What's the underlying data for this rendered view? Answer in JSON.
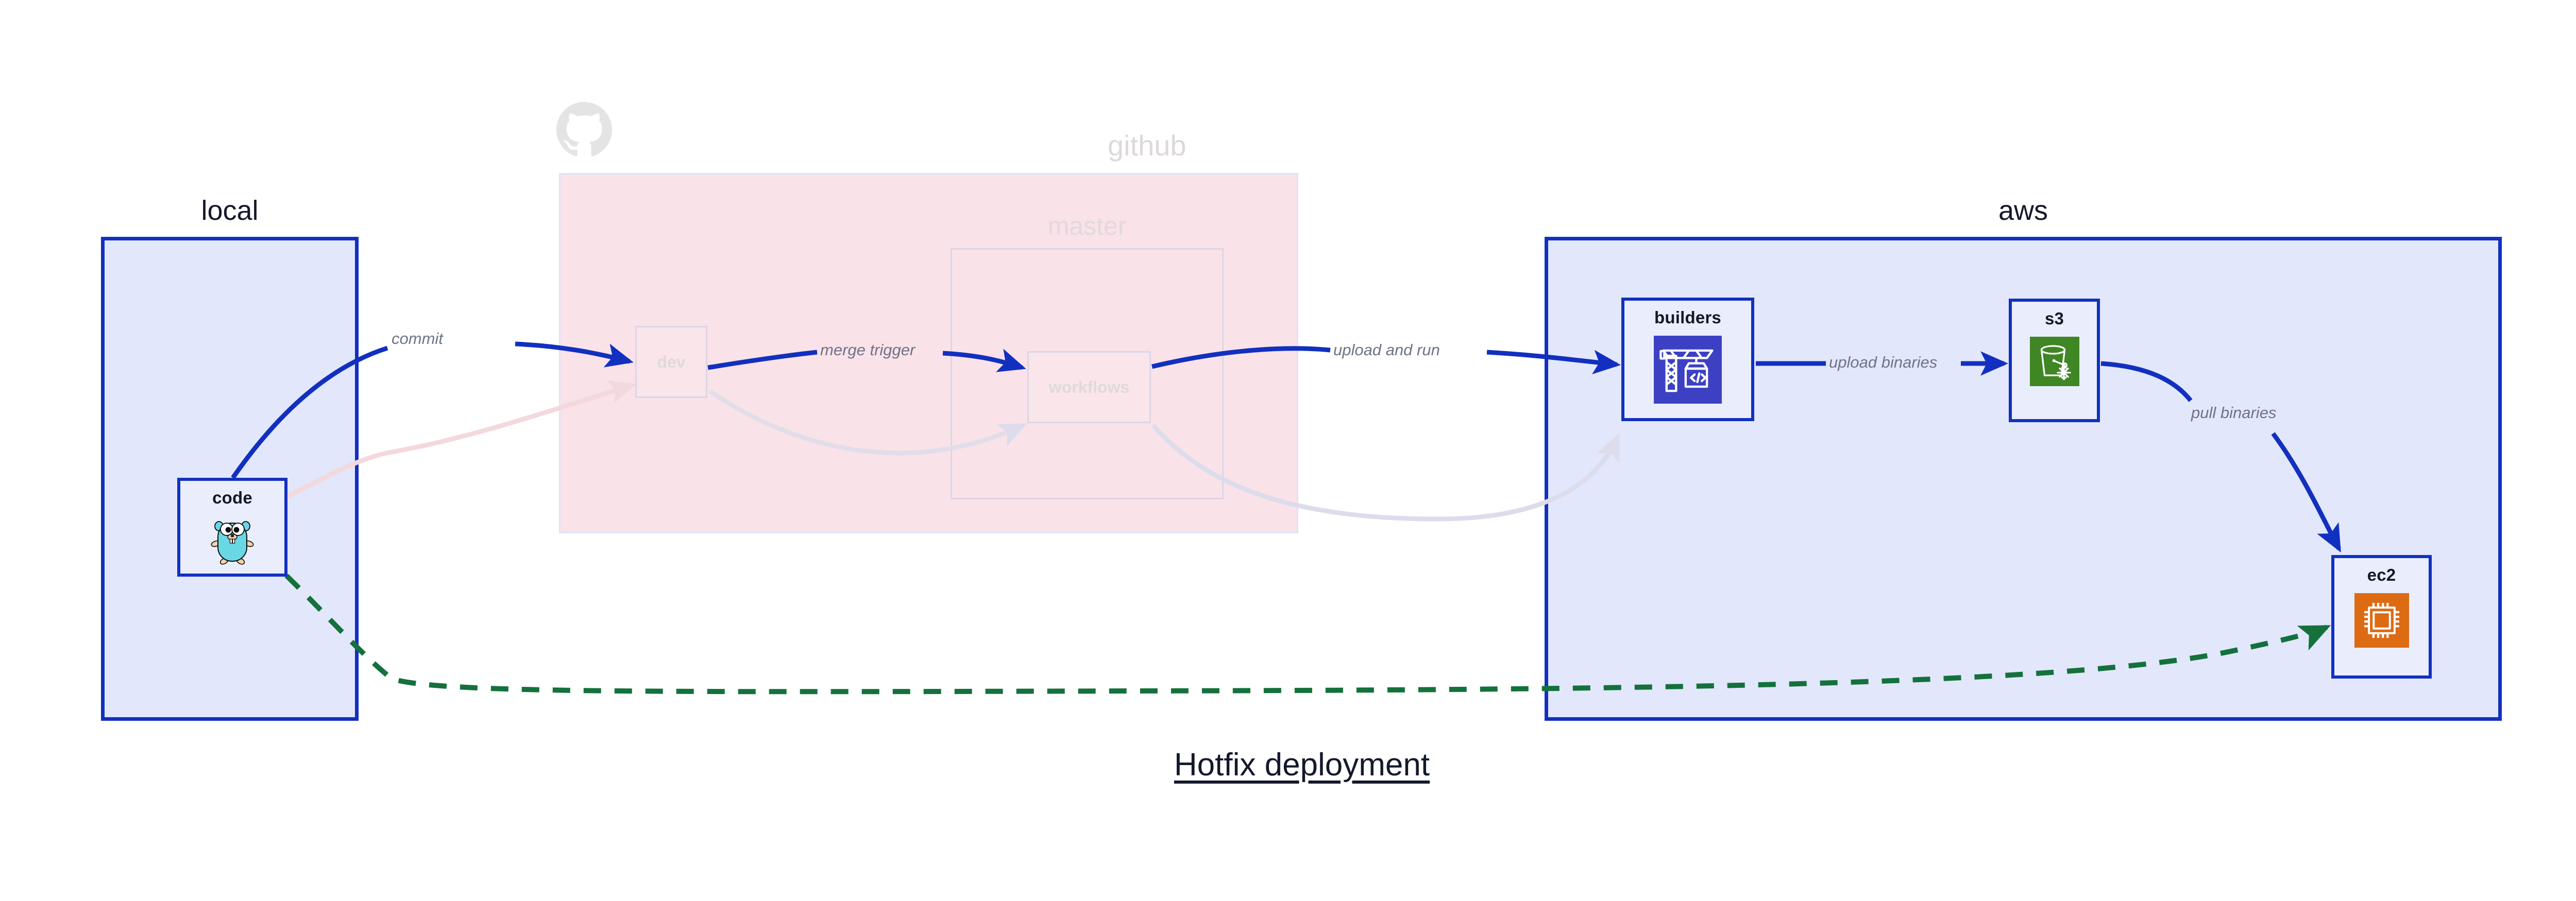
{
  "diagram": {
    "title": "Hotfix deployment",
    "colors": {
      "cluster_blue_border": "#1230bf",
      "cluster_blue_fill": "#e2e7fb",
      "cluster_pink_fill": "#fae2e9",
      "edge_blue": "#1230bf",
      "edge_green": "#14713c",
      "label_gray": "#6e7386",
      "aws_builders_icon_bg": "#3c41c4",
      "aws_s3_icon_bg": "#3f8624",
      "aws_ec2_icon_bg": "#dd6b13",
      "go_gopher_body": "#6ad7e5"
    }
  },
  "clusters": [
    {
      "id": "local",
      "label": "local"
    },
    {
      "id": "github",
      "label": "github"
    },
    {
      "id": "master",
      "label": "master"
    },
    {
      "id": "aws",
      "label": "aws"
    }
  ],
  "nodes": [
    {
      "id": "code",
      "label": "code",
      "icon": "go-gopher-icon",
      "cluster": "local",
      "state": "active"
    },
    {
      "id": "dev",
      "label": "dev",
      "icon": "none",
      "cluster": "github",
      "state": "faded"
    },
    {
      "id": "workflows",
      "label": "workflows",
      "icon": "none",
      "cluster": "master",
      "state": "faded"
    },
    {
      "id": "builders",
      "label": "builders",
      "icon": "aws-codebuild-icon",
      "cluster": "aws",
      "state": "active"
    },
    {
      "id": "s3",
      "label": "s3",
      "icon": "aws-s3-glacier-icon",
      "cluster": "aws",
      "state": "active"
    },
    {
      "id": "ec2",
      "label": "ec2",
      "icon": "aws-ec2-icon",
      "cluster": "aws",
      "state": "active"
    }
  ],
  "edges": [
    {
      "id": "commit",
      "from": "code",
      "to": "dev",
      "label": "commit",
      "style": "solid",
      "color": "#1230bf"
    },
    {
      "id": "merge-trigger",
      "from": "dev",
      "to": "workflows",
      "label": "merge trigger",
      "style": "solid",
      "color": "#1230bf"
    },
    {
      "id": "upload-and-run",
      "from": "workflows",
      "to": "builders",
      "label": "upload and run",
      "style": "solid",
      "color": "#1230bf"
    },
    {
      "id": "upload-binaries",
      "from": "builders",
      "to": "s3",
      "label": "upload binaries",
      "style": "solid",
      "color": "#1230bf"
    },
    {
      "id": "pull-binaries",
      "from": "s3",
      "to": "ec2",
      "label": "pull binaries",
      "style": "solid",
      "color": "#1230bf"
    },
    {
      "id": "hotfix-direct",
      "from": "code",
      "to": "ec2",
      "label": "",
      "style": "dashed",
      "color": "#14713c"
    }
  ],
  "logo": {
    "name": "github-octocat-logo"
  }
}
